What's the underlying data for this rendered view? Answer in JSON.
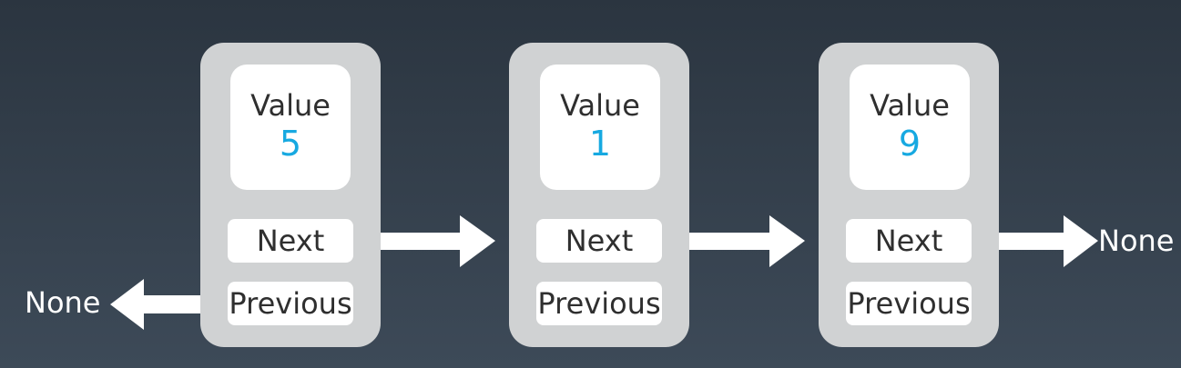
{
  "colors": {
    "value_number": "#17a9e1",
    "node_bg": "#d0d2d3",
    "arrow": "#ffffff"
  },
  "nodes": [
    {
      "value_label": "Value",
      "value": "5",
      "next_label": "Next",
      "prev_label": "Previous"
    },
    {
      "value_label": "Value",
      "value": "1",
      "next_label": "Next",
      "prev_label": "Previous"
    },
    {
      "value_label": "Value",
      "value": "9",
      "next_label": "Next",
      "prev_label": "Previous"
    }
  ],
  "none_left": "None",
  "none_right": "None"
}
